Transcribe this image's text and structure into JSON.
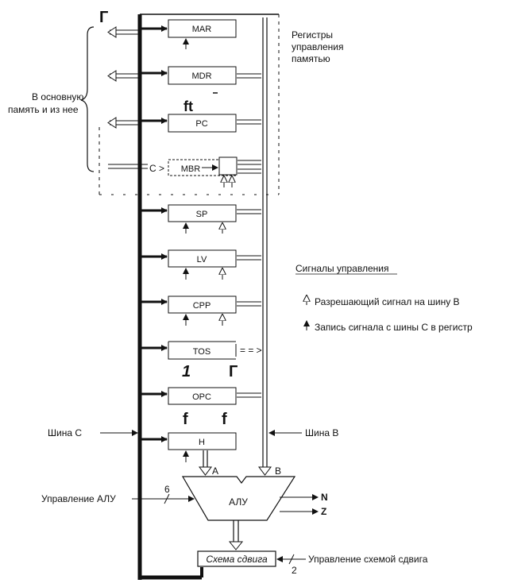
{
  "registers": {
    "mar": "MAR",
    "mdr": "MDR",
    "pc": "PC",
    "mbr": "MBR",
    "sp": "SP",
    "lv": "LV",
    "cpp": "CPP",
    "tos": "TOS",
    "opc": "OPC",
    "h": "H"
  },
  "labels": {
    "memory_registers": [
      "Регистры",
      "управления",
      "памятью"
    ],
    "main_memory": [
      "В основную",
      "память и из нее"
    ],
    "control_signals": "Сигналы управления",
    "legend_b": "Разрешающий сигнал на шину В",
    "legend_c": "Запись сигнала с шины С в регистр",
    "bus_c": "Шина С",
    "bus_b": "Шина В",
    "alu_control": "Управление АЛУ",
    "alu": "АЛУ",
    "alu_ctrl_width": "6",
    "input_a": "А",
    "input_b": "В",
    "flag_n": "N",
    "flag_z": "Z",
    "shifter": "Схема сдвига",
    "shifter_control": "Управление схемой сдвига",
    "shifter_ctrl_width": "2",
    "mbr_c": "C >",
    "tos_arrow": "= = >"
  },
  "scan_artifacts": {
    "top_left": "Г",
    "near_pc": "ft",
    "tos_left": "1",
    "tos_right": "Г",
    "opc_left": "f",
    "opc_right": "f"
  },
  "colors": {
    "ink": "#111111",
    "background": "#ffffff"
  }
}
